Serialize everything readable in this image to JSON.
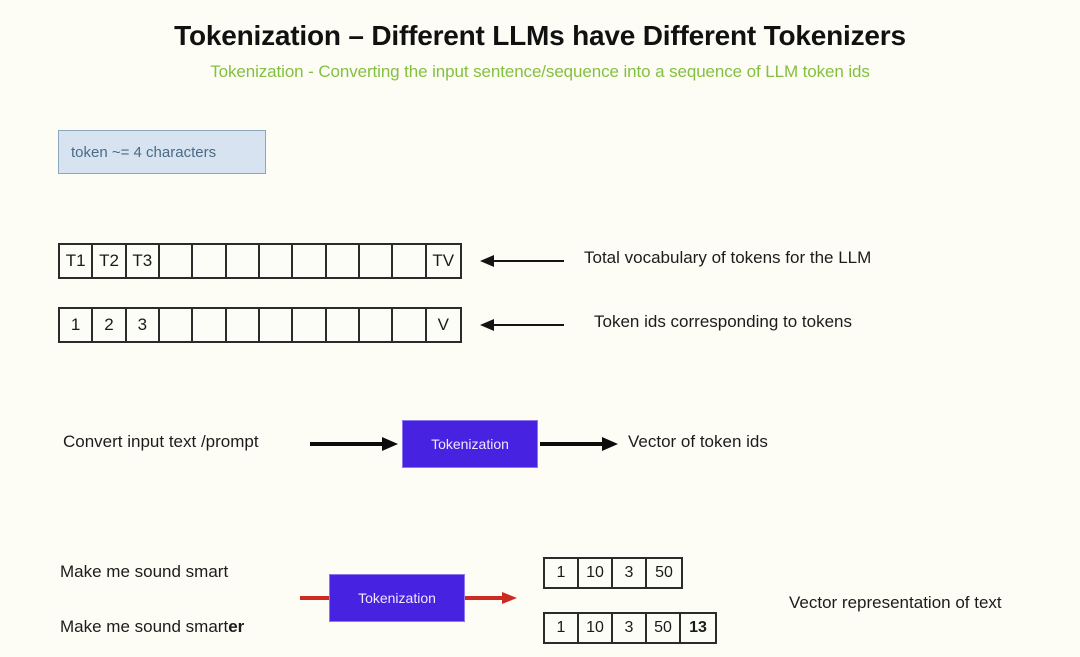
{
  "header": {
    "title": "Tokenization – Different LLMs have Different Tokenizers",
    "subtitle": "Tokenization - Converting the input sentence/sequence into a sequence of LLM token ids",
    "title_color": "#111111",
    "subtitle_color": "#84c040"
  },
  "note": {
    "text": "token ~= 4 characters",
    "fill_color": "#d7e3f0",
    "border_color": "#8ba6bd",
    "text_color": "#4a6b86"
  },
  "vocabulary_row": {
    "cells": [
      "T1",
      "T2",
      "T3",
      "",
      "",
      "",
      "",
      "",
      "",
      "",
      "",
      "TV"
    ],
    "annotation": "Total vocabulary of tokens for the LLM",
    "arrow_direction": "left"
  },
  "token_ids_row": {
    "cells": [
      "1",
      "2",
      "3",
      "",
      "",
      "",
      "",
      "",
      "",
      "",
      "",
      "V"
    ],
    "annotation": "Token ids corresponding to tokens",
    "arrow_direction": "left"
  },
  "flow": {
    "input_label": "Convert input text /prompt",
    "process_label": "Tokenization",
    "output_label": "Vector of token ids",
    "box_color": "#4722e0",
    "box_text_color": "#f0e8ff",
    "arrow_color": "#0c0c0c"
  },
  "example": {
    "sentence_1": "Make me sound smart",
    "sentence_2_plain": "Make me sound smart",
    "sentence_2_bold_suffix": "er",
    "process_label": "Tokenization",
    "arrow_color": "#cc2a22",
    "output_1": [
      {
        "value": "1",
        "bold": false
      },
      {
        "value": "10",
        "bold": false
      },
      {
        "value": "3",
        "bold": false
      },
      {
        "value": "50",
        "bold": false
      }
    ],
    "output_2": [
      {
        "value": "1",
        "bold": false
      },
      {
        "value": "10",
        "bold": false
      },
      {
        "value": "3",
        "bold": false
      },
      {
        "value": "50",
        "bold": false
      },
      {
        "value": "13",
        "bold": true
      }
    ],
    "vector_label": "Vector representation of text"
  }
}
